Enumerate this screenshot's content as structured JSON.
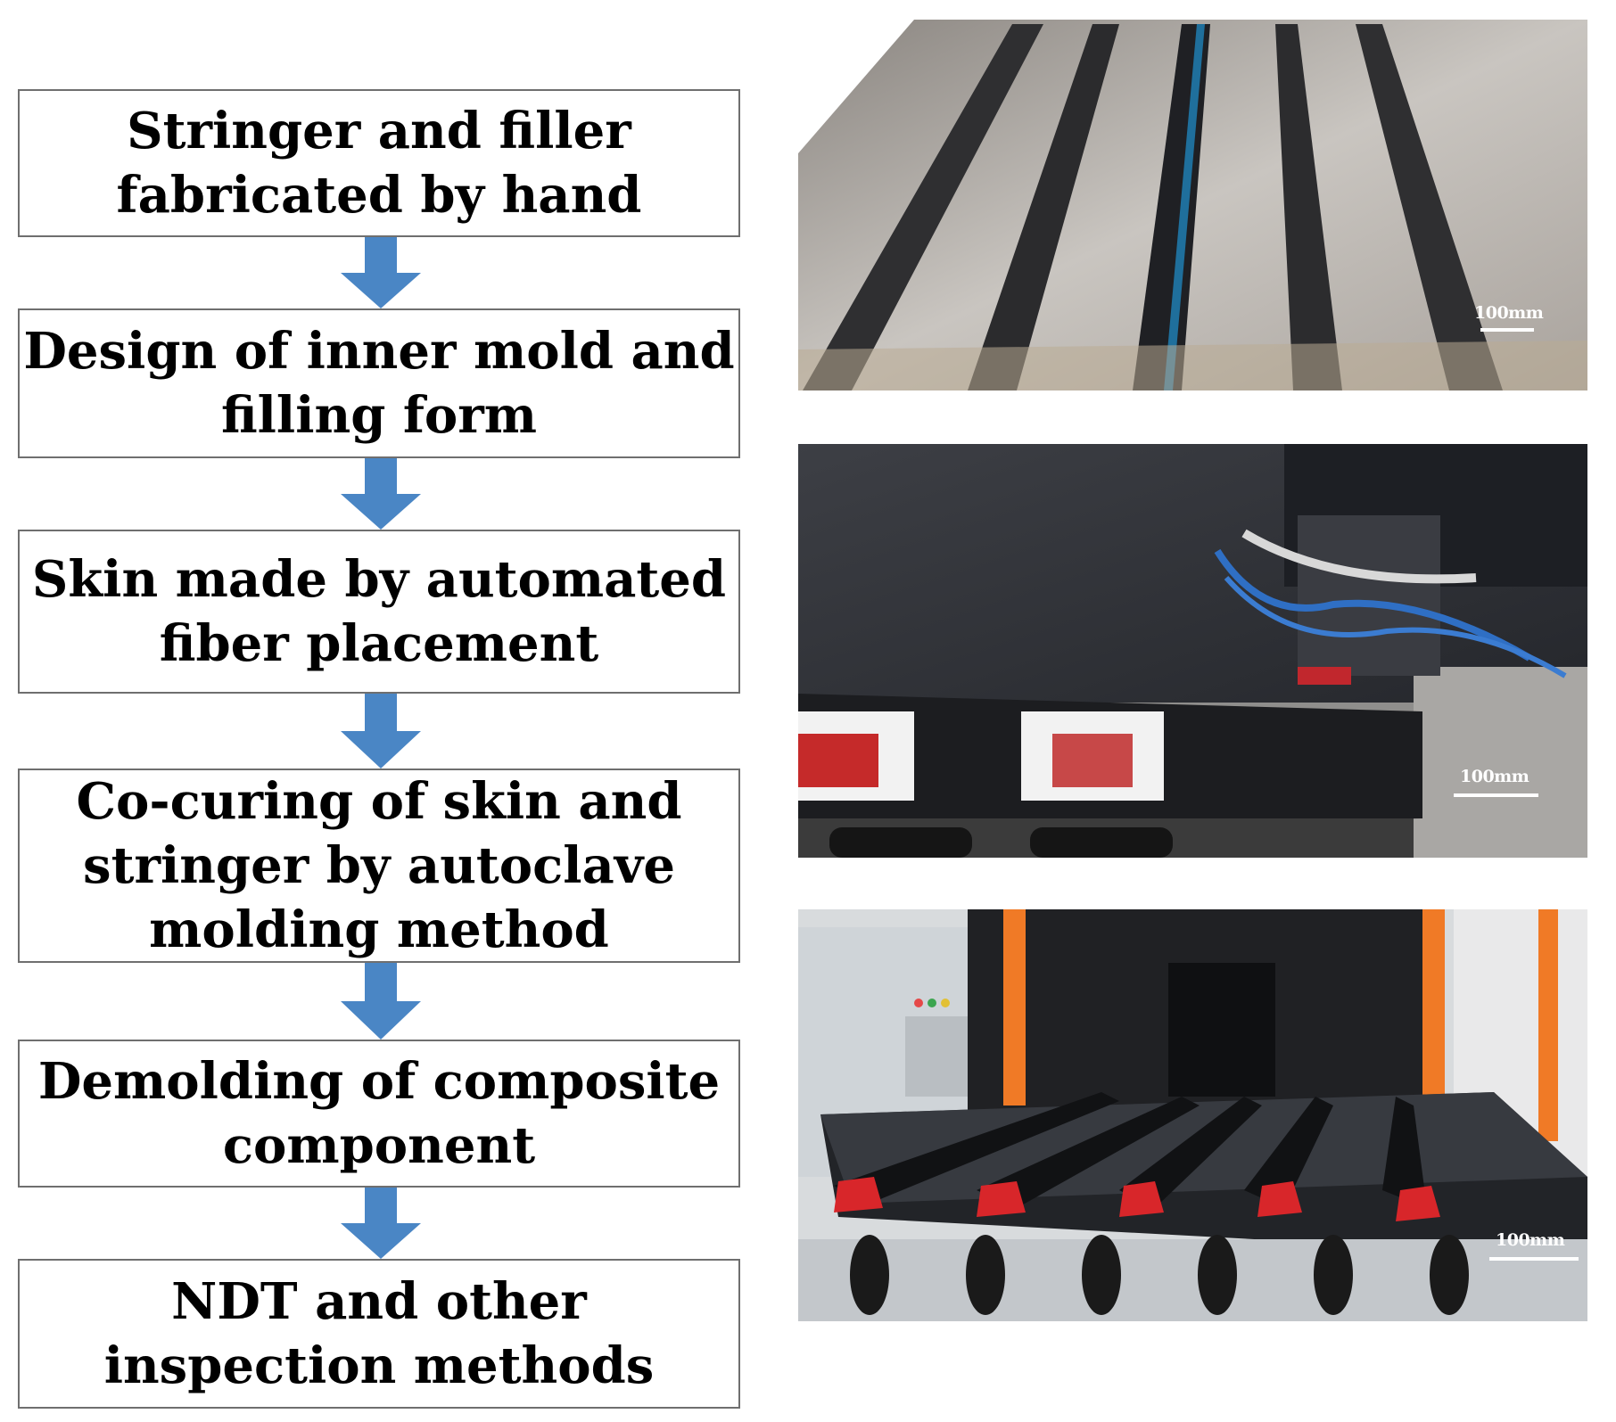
{
  "flowchart": {
    "steps": [
      {
        "lines": [
          "Stringer and filler",
          "fabricated by hand"
        ]
      },
      {
        "lines": [
          "Design of inner mold and",
          "filling form"
        ]
      },
      {
        "lines": [
          "Skin made by automated",
          "fiber placement"
        ]
      },
      {
        "lines": [
          "Co-curing of skin and",
          "stringer by autoclave",
          "molding method"
        ]
      },
      {
        "lines": [
          "Demolding of composite",
          "component"
        ]
      },
      {
        "lines": [
          "NDT and other",
          "inspection methods"
        ]
      }
    ]
  },
  "photos": [
    {
      "scale_label": "100mm"
    },
    {
      "scale_label": "100mm"
    },
    {
      "scale_label": "100mm"
    }
  ],
  "colors": {
    "arrow": "#4a86c5",
    "box_border": "#6f6f6f",
    "cap_red": "#d8262a",
    "autoclave_orange": "#f07a26"
  }
}
